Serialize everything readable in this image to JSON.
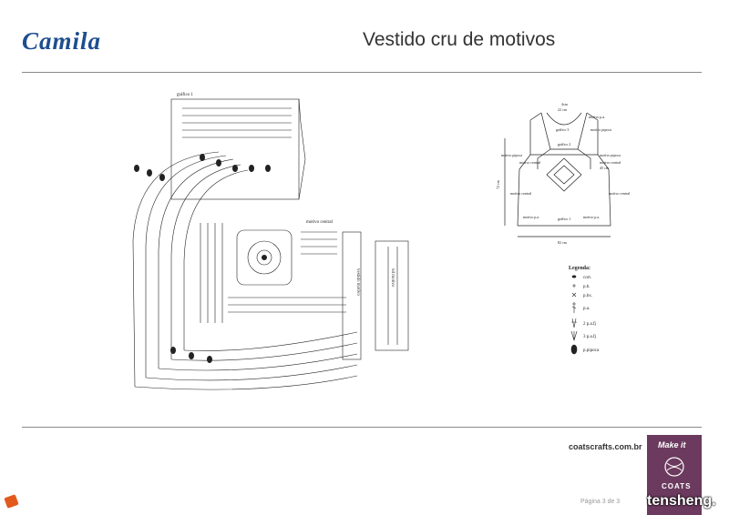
{
  "header": {
    "brand": "Camila",
    "title": "Vestido cru de motivos"
  },
  "chart": {
    "labels": {
      "grafico1": "gráfico 1",
      "motivo_central": "motivo central",
      "lateral_1": "vestido motivo",
      "lateral_2": "vd motivo"
    }
  },
  "schematic": {
    "labels": {
      "grafico3": "gráfico 3",
      "grafico2": "gráfico 2",
      "grafico1": "gráfico 1",
      "motivo_pa_1": "motivo p.a.",
      "motivo_pipoca_1": "motivo pipoca",
      "motivo_pipoca_2": "motivo pipoca",
      "motivo_pipoca_3": "motivo pipoca",
      "motivo_central_l": "motivo central",
      "motivo_central_r": "motivo central",
      "motivo_central_bl": "motivo central",
      "motivo_central_br": "motivo central",
      "motivo_pa_bl": "motivo p.a.",
      "motivo_pa_br": "motivo p.a.",
      "dim_top": "22 cm",
      "dim_neck": "4cm",
      "dim_side": "45 cm",
      "dim_height": "72 cm",
      "dim_bottom": "82 cm"
    }
  },
  "legend": {
    "title": "Legenda:",
    "items": [
      {
        "symbol": "dot",
        "label": "corr."
      },
      {
        "symbol": "plus",
        "label": "p.b."
      },
      {
        "symbol": "cross",
        "label": "p.bx."
      },
      {
        "symbol": "post",
        "label": "p.a."
      },
      {
        "symbol": "two",
        "label": "2 p.a.fj"
      },
      {
        "symbol": "three",
        "label": "3 p.a.fj"
      },
      {
        "symbol": "popcorn",
        "label": "p.pipoca"
      }
    ]
  },
  "footer": {
    "site": "coatscrafts.com.br",
    "page": "Página 3 de 3",
    "logo_top": "Make it",
    "logo_bottom": "COATS",
    "watermark": "tensheng."
  }
}
